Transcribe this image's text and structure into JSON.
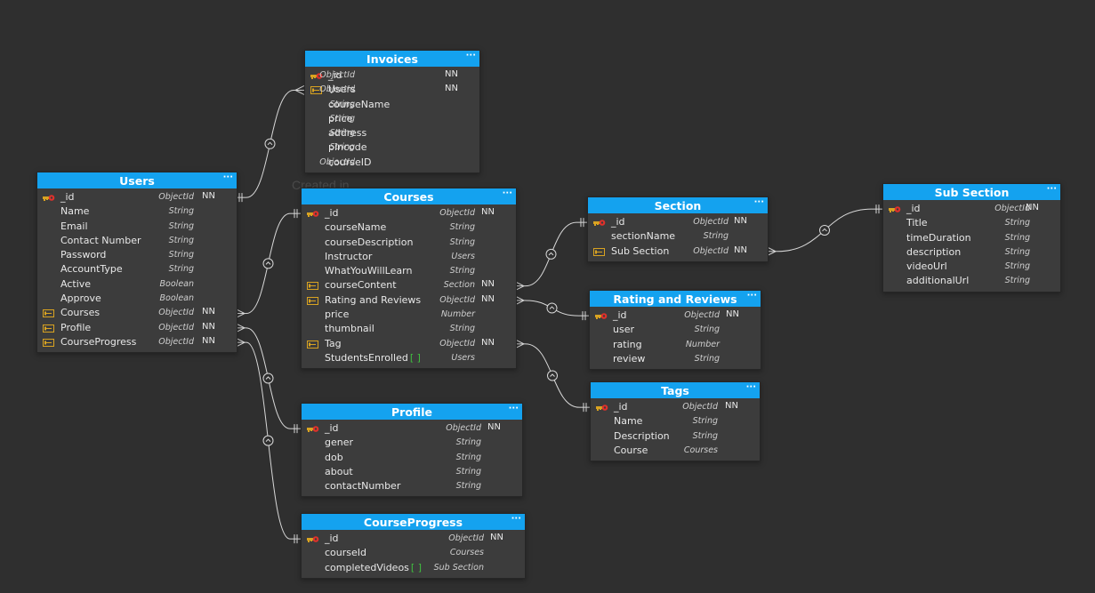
{
  "watermark": "Created in",
  "colors": {
    "header": "#14a2ef",
    "table_bg": "#3c3c3c",
    "canvas": "#2f2f2f",
    "line": "#d8d8d8"
  },
  "menu_glyph": "···",
  "tables": {
    "invoices": {
      "title": "Invoices",
      "rows": [
        {
          "icon": "pk-key-icon",
          "name": "_id",
          "type": "ObjectId",
          "nn": "NN"
        },
        {
          "icon": "fk-ref-icon",
          "name": "Users",
          "type": "ObjectId",
          "nn": "NN"
        },
        {
          "icon": "",
          "name": "courseName",
          "type": "String",
          "nn": ""
        },
        {
          "icon": "",
          "name": "price",
          "type": "String",
          "nn": ""
        },
        {
          "icon": "",
          "name": "address",
          "type": "String",
          "nn": ""
        },
        {
          "icon": "",
          "name": "pincode",
          "type": "String",
          "nn": ""
        },
        {
          "icon": "",
          "name": "courseID",
          "type": "ObjectId",
          "nn": ""
        }
      ]
    },
    "users": {
      "title": "Users",
      "rows": [
        {
          "icon": "pk-key-icon",
          "name": "_id",
          "type": "ObjectId",
          "nn": "NN"
        },
        {
          "icon": "",
          "name": "Name",
          "type": "String",
          "nn": ""
        },
        {
          "icon": "",
          "name": "Email",
          "type": "String",
          "nn": ""
        },
        {
          "icon": "",
          "name": "Contact Number",
          "type": "String",
          "nn": ""
        },
        {
          "icon": "",
          "name": "Password",
          "type": "String",
          "nn": ""
        },
        {
          "icon": "",
          "name": "AccountType",
          "type": "String",
          "nn": ""
        },
        {
          "icon": "",
          "name": "Active",
          "type": "Boolean",
          "nn": ""
        },
        {
          "icon": "",
          "name": "Approve",
          "type": "Boolean",
          "nn": ""
        },
        {
          "icon": "fk-ref-icon",
          "name": "Courses",
          "type": "ObjectId",
          "nn": "NN"
        },
        {
          "icon": "fk-ref-icon",
          "name": "Profile",
          "type": "ObjectId",
          "nn": "NN"
        },
        {
          "icon": "fk-ref-icon",
          "name": "CourseProgress",
          "type": "ObjectId",
          "nn": "NN"
        }
      ]
    },
    "courses": {
      "title": "Courses",
      "rows": [
        {
          "icon": "pk-key-icon",
          "name": "_id",
          "type": "ObjectId",
          "nn": "NN"
        },
        {
          "icon": "",
          "name": "courseName",
          "type": "String",
          "nn": ""
        },
        {
          "icon": "",
          "name": "courseDescription",
          "type": "String",
          "nn": ""
        },
        {
          "icon": "",
          "name": "Instructor",
          "type": "Users",
          "nn": ""
        },
        {
          "icon": "",
          "name": "WhatYouWillLearn",
          "type": "String",
          "nn": ""
        },
        {
          "icon": "fk-ref-icon",
          "name": "courseContent",
          "type": "Section",
          "nn": "NN"
        },
        {
          "icon": "fk-ref-icon",
          "name": "Rating and Reviews",
          "type": "ObjectId",
          "nn": "NN"
        },
        {
          "icon": "",
          "name": "price",
          "type": "Number",
          "nn": ""
        },
        {
          "icon": "",
          "name": "thumbnail",
          "type": "String",
          "nn": ""
        },
        {
          "icon": "fk-ref-icon",
          "name": "Tag",
          "type": "ObjectId",
          "nn": "NN"
        },
        {
          "icon": "",
          "name": "StudentsEnrolled",
          "array": "[ ]",
          "type": "Users",
          "nn": ""
        }
      ]
    },
    "section": {
      "title": "Section",
      "rows": [
        {
          "icon": "pk-key-icon",
          "name": "_id",
          "type": "ObjectId",
          "nn": "NN"
        },
        {
          "icon": "",
          "name": "sectionName",
          "type": "String",
          "nn": ""
        },
        {
          "icon": "fk-ref-icon",
          "name": "Sub Section",
          "type": "ObjectId",
          "nn": "NN"
        }
      ]
    },
    "subsection": {
      "title": "Sub Section",
      "rows": [
        {
          "icon": "pk-key-icon",
          "name": "_id",
          "type": "ObjectId",
          "nn": "NN"
        },
        {
          "icon": "",
          "name": "Title",
          "type": "String",
          "nn": ""
        },
        {
          "icon": "",
          "name": "timeDuration",
          "type": "String",
          "nn": ""
        },
        {
          "icon": "",
          "name": "description",
          "type": "String",
          "nn": ""
        },
        {
          "icon": "",
          "name": "videoUrl",
          "type": "String",
          "nn": ""
        },
        {
          "icon": "",
          "name": "additionalUrl",
          "type": "String",
          "nn": ""
        }
      ]
    },
    "rating": {
      "title": "Rating and Reviews",
      "rows": [
        {
          "icon": "pk-key-icon",
          "name": "_id",
          "type": "ObjectId",
          "nn": "NN"
        },
        {
          "icon": "",
          "name": "user",
          "type": "String",
          "nn": ""
        },
        {
          "icon": "",
          "name": "rating",
          "type": "Number",
          "nn": ""
        },
        {
          "icon": "",
          "name": "review",
          "type": "String",
          "nn": ""
        }
      ]
    },
    "tags": {
      "title": "Tags",
      "rows": [
        {
          "icon": "pk-key-icon",
          "name": "_id",
          "type": "ObjectId",
          "nn": "NN"
        },
        {
          "icon": "",
          "name": "Name",
          "type": "String",
          "nn": ""
        },
        {
          "icon": "",
          "name": "Description",
          "type": "String",
          "nn": ""
        },
        {
          "icon": "",
          "name": "Course",
          "type": "Courses",
          "nn": ""
        }
      ]
    },
    "profile": {
      "title": "Profile",
      "rows": [
        {
          "icon": "pk-key-icon",
          "name": "_id",
          "type": "ObjectId",
          "nn": "NN"
        },
        {
          "icon": "",
          "name": "gener",
          "type": "String",
          "nn": ""
        },
        {
          "icon": "",
          "name": "dob",
          "type": "String",
          "nn": ""
        },
        {
          "icon": "",
          "name": "about",
          "type": "String",
          "nn": ""
        },
        {
          "icon": "",
          "name": "contactNumber",
          "type": "String",
          "nn": ""
        }
      ]
    },
    "courseprogress": {
      "title": "CourseProgress",
      "rows": [
        {
          "icon": "pk-key-icon",
          "name": "_id",
          "type": "ObjectId",
          "nn": "NN"
        },
        {
          "icon": "",
          "name": "courseId",
          "type": "Courses",
          "nn": ""
        },
        {
          "icon": "",
          "name": "completedVideos",
          "array": "[ ]",
          "type": "Sub Section",
          "nn": ""
        }
      ]
    }
  },
  "relations": [
    {
      "from": "users._id",
      "to": "invoices.Users",
      "cardinality": "one-to-many"
    },
    {
      "from": "users.Courses",
      "to": "courses._id",
      "cardinality": "many-to-one"
    },
    {
      "from": "users.Profile",
      "to": "profile._id",
      "cardinality": "many-to-one"
    },
    {
      "from": "users.CourseProgress",
      "to": "courseprogress._id",
      "cardinality": "many-to-one"
    },
    {
      "from": "courses.courseContent",
      "to": "section._id",
      "cardinality": "many-to-one"
    },
    {
      "from": "courses.Rating and Reviews",
      "to": "rating._id",
      "cardinality": "many-to-one"
    },
    {
      "from": "courses.Tag",
      "to": "tags._id",
      "cardinality": "many-to-one"
    },
    {
      "from": "section.Sub Section",
      "to": "subsection._id",
      "cardinality": "many-to-one"
    }
  ]
}
